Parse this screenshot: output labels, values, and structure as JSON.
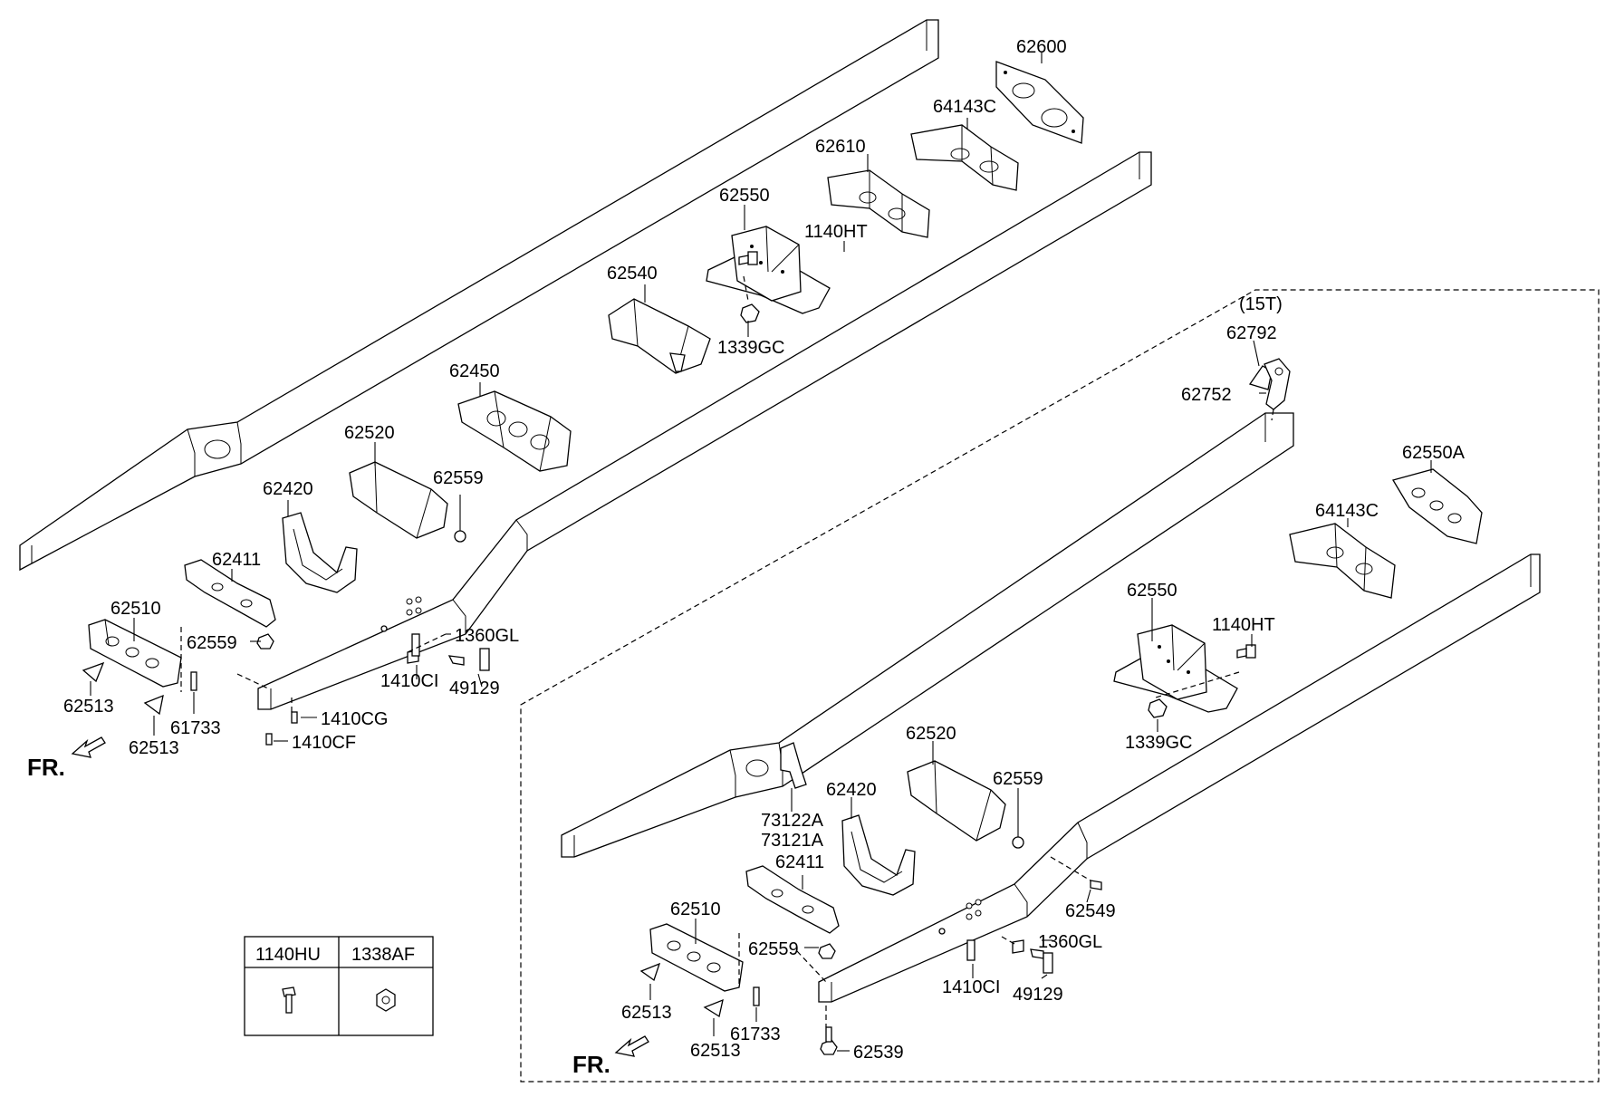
{
  "variant_label": "(15T)",
  "front_marker": "FR.",
  "legend": {
    "headers": [
      "1140HU",
      "1338AF"
    ],
    "icons": [
      "bolt-icon",
      "nut-icon"
    ]
  },
  "upper_labels": {
    "p62600": "62600",
    "p64143C": "64143C",
    "p62610": "62610",
    "p62550": "62550",
    "p1140HT": "1140HT",
    "p62540": "62540",
    "p1339GC": "1339GC",
    "p62450": "62450",
    "p62520": "62520",
    "p62559a": "62559",
    "p62420": "62420",
    "p62411": "62411",
    "p62510": "62510",
    "p62559b": "62559",
    "p1360GL": "1360GL",
    "p1410CI": "1410CI",
    "p49129": "49129",
    "p62513a": "62513",
    "p62513b": "62513",
    "p61733": "61733",
    "p1410CG": "1410CG",
    "p1410CF": "1410CF"
  },
  "lower_labels": {
    "p62792": "62792",
    "p62752": "62752",
    "p62550A": "62550A",
    "p64143C": "64143C",
    "p62550": "62550",
    "p1140HT": "1140HT",
    "p1339GC": "1339GC",
    "p62520": "62520",
    "p73122A": "73122A",
    "p73121A": "73121A",
    "p62420": "62420",
    "p62559a": "62559",
    "p62411": "62411",
    "p62549": "62549",
    "p62510": "62510",
    "p62559b": "62559",
    "p1360GL": "1360GL",
    "p1410CI": "1410CI",
    "p49129": "49129",
    "p62513a": "62513",
    "p62513b": "62513",
    "p61733": "61733",
    "p62539": "62539"
  }
}
